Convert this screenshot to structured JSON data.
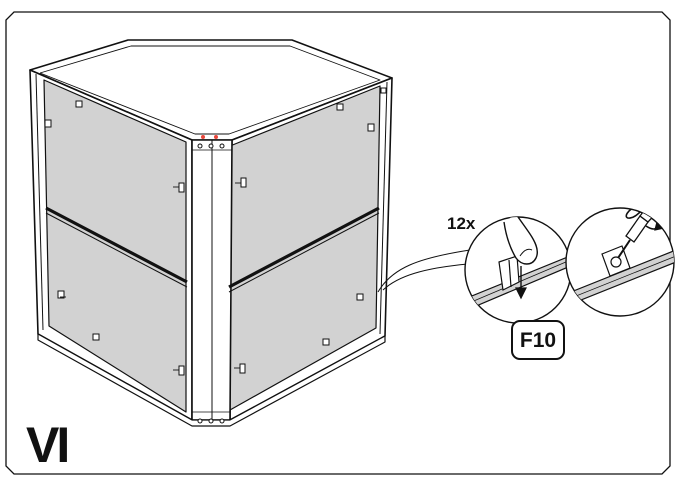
{
  "step": {
    "label": "VI"
  },
  "detail": {
    "quantity": "12x",
    "part_code": "F10"
  },
  "colors": {
    "panel": "#d2d2d2",
    "line": "#111111",
    "marker": "#e8463a"
  },
  "icons": [
    "page-frame",
    "cabinet",
    "bracket-icon",
    "finger-press-icon",
    "screwdriver-icon"
  ]
}
